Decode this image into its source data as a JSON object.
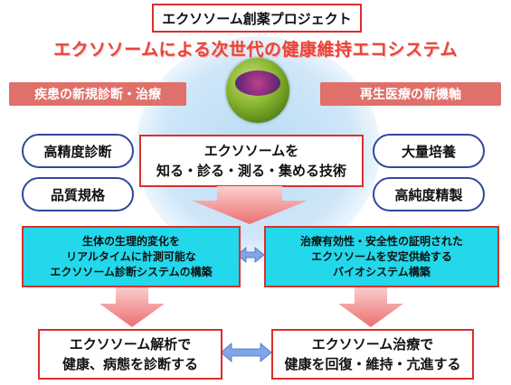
{
  "header": {
    "project_title": "エクソソーム創薬プロジェクト",
    "main_heading": "エクソソームによる次世代の健康維持エコシステム"
  },
  "themes": {
    "left": "疾患の新規診断・治療",
    "right": "再生医療の新機軸"
  },
  "ovals": {
    "high_precision": "高精度診断",
    "quality": "品質規格",
    "mass_culture": "大量培養",
    "high_purity": "高純度精製"
  },
  "center": {
    "line1": "エクソソームを",
    "line2": "知る・診る・測る・集める技術"
  },
  "systems": {
    "left": [
      "生体の生理的変化を",
      "リアルタイムに計測可能な",
      "エクソソーム診断システムの構築"
    ],
    "right": [
      "治療有効性・安全性の証明された",
      "エクソソームを安定供給する",
      "バイオシステム構築"
    ]
  },
  "outcomes": {
    "left": [
      "エクソソーム解析で",
      "健康、病態を診断する"
    ],
    "right": [
      "エクソソーム治療で",
      "健康を回復・維持・亢進する"
    ]
  },
  "colors": {
    "accent_red": "#d9302c",
    "heading_red": "#e8453c",
    "cyan": "#22d8ea",
    "oval_border": "#2c4a9a",
    "arrow_pink": "#f08a8a",
    "double_arrow_blue": "#7ea6e8"
  }
}
